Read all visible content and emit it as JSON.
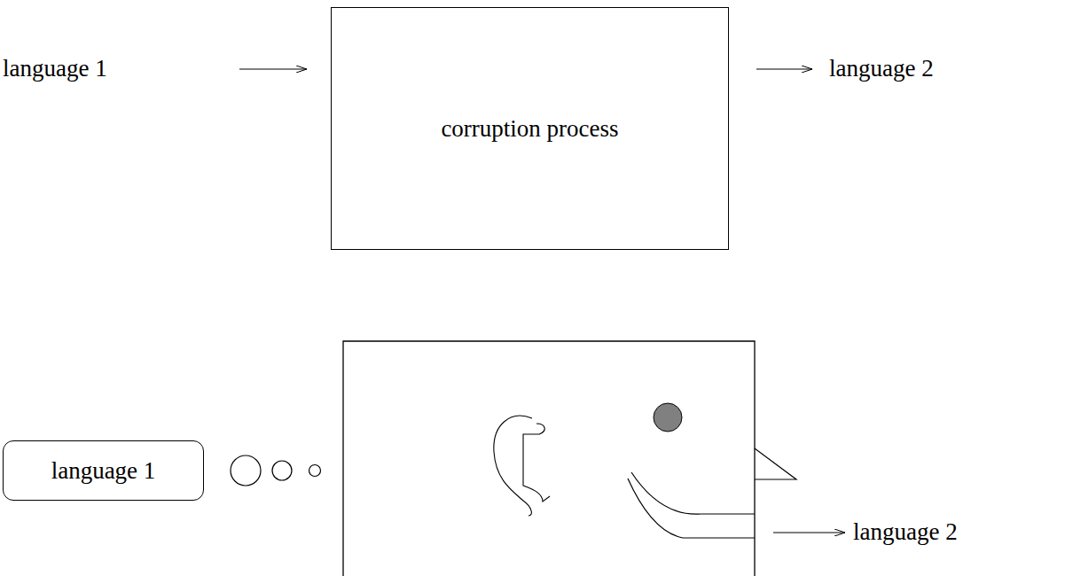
{
  "diagram": {
    "nodes": [
      {
        "text": [
          "corruption process"
        ]
      },
      {
        "text": [
          "language 1"
        ]
      }
    ],
    "labels": [
      "language 1",
      "language 2",
      "language 2"
    ]
  }
}
